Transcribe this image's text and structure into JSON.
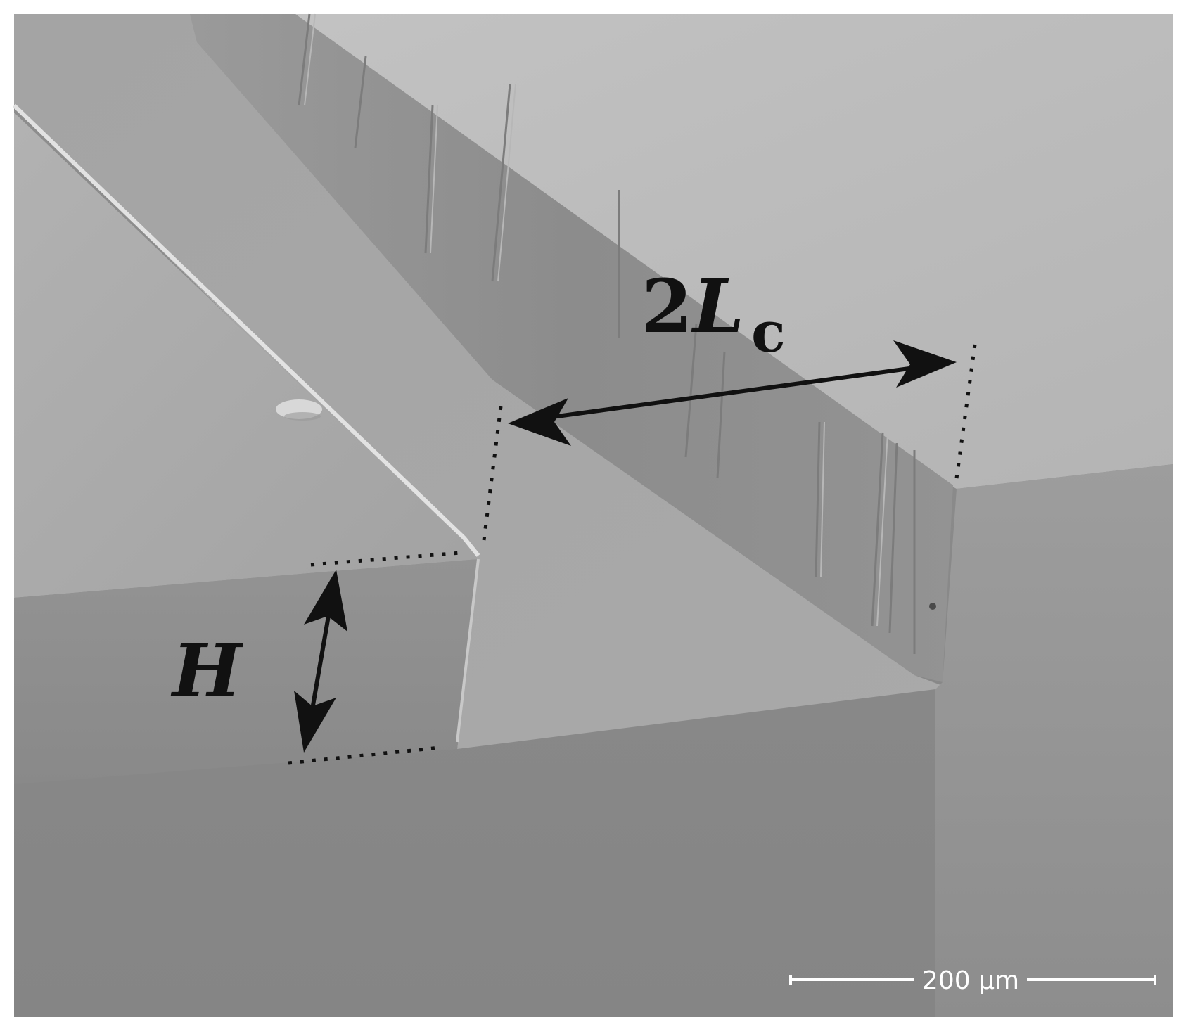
{
  "figure": {
    "labels": {
      "two": "2",
      "L": "L",
      "c": "c",
      "H": "H"
    },
    "scale_bar": {
      "text": "200 µm"
    },
    "colors": {
      "frame": "#ffffff",
      "annotation": "#111111",
      "scale_bar": "#ffffff",
      "background_gray": "#8c8c8c",
      "upper_plateau": "#b9b9b9",
      "left_block_top": "#a9a9a9",
      "left_block_face": "#8e8e8e",
      "channel_floor": "#a1a1a1",
      "channel_wall": "#8f8f8f",
      "right_block_face": "#969696"
    }
  }
}
